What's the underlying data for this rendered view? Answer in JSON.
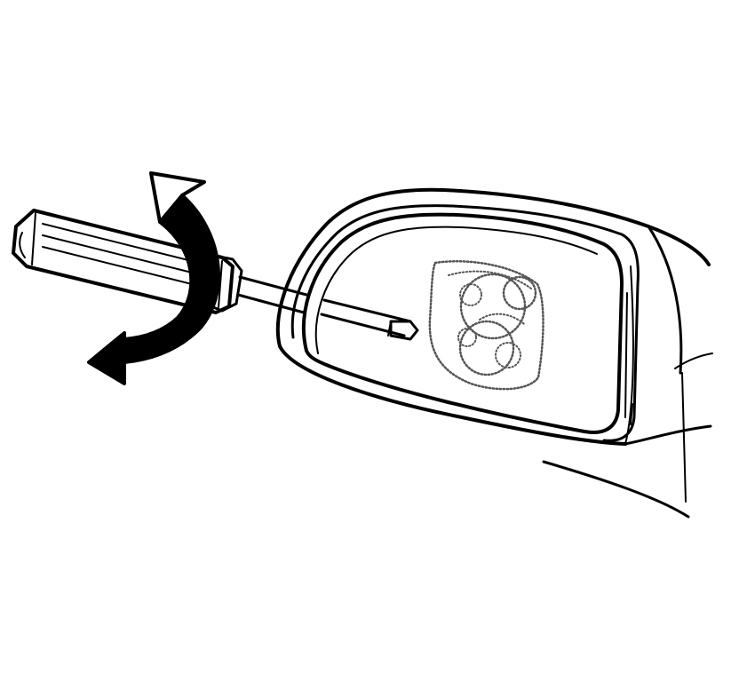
{
  "illustration": {
    "parts": [
      {
        "name": "screwdriver",
        "icon": "screwdriver-icon"
      },
      {
        "name": "mirror-housing",
        "icon": "mirror-housing-icon"
      },
      {
        "name": "mirror-glass",
        "icon": "mirror-glass-icon"
      },
      {
        "name": "mirror-motor",
        "icon": "mirror-motor-icon"
      },
      {
        "name": "rotation-arrow",
        "icon": "rotate-arrow-icon"
      }
    ],
    "colors": {
      "line": "#000000",
      "background": "#ffffff",
      "hidden_detail": "#555555"
    }
  }
}
